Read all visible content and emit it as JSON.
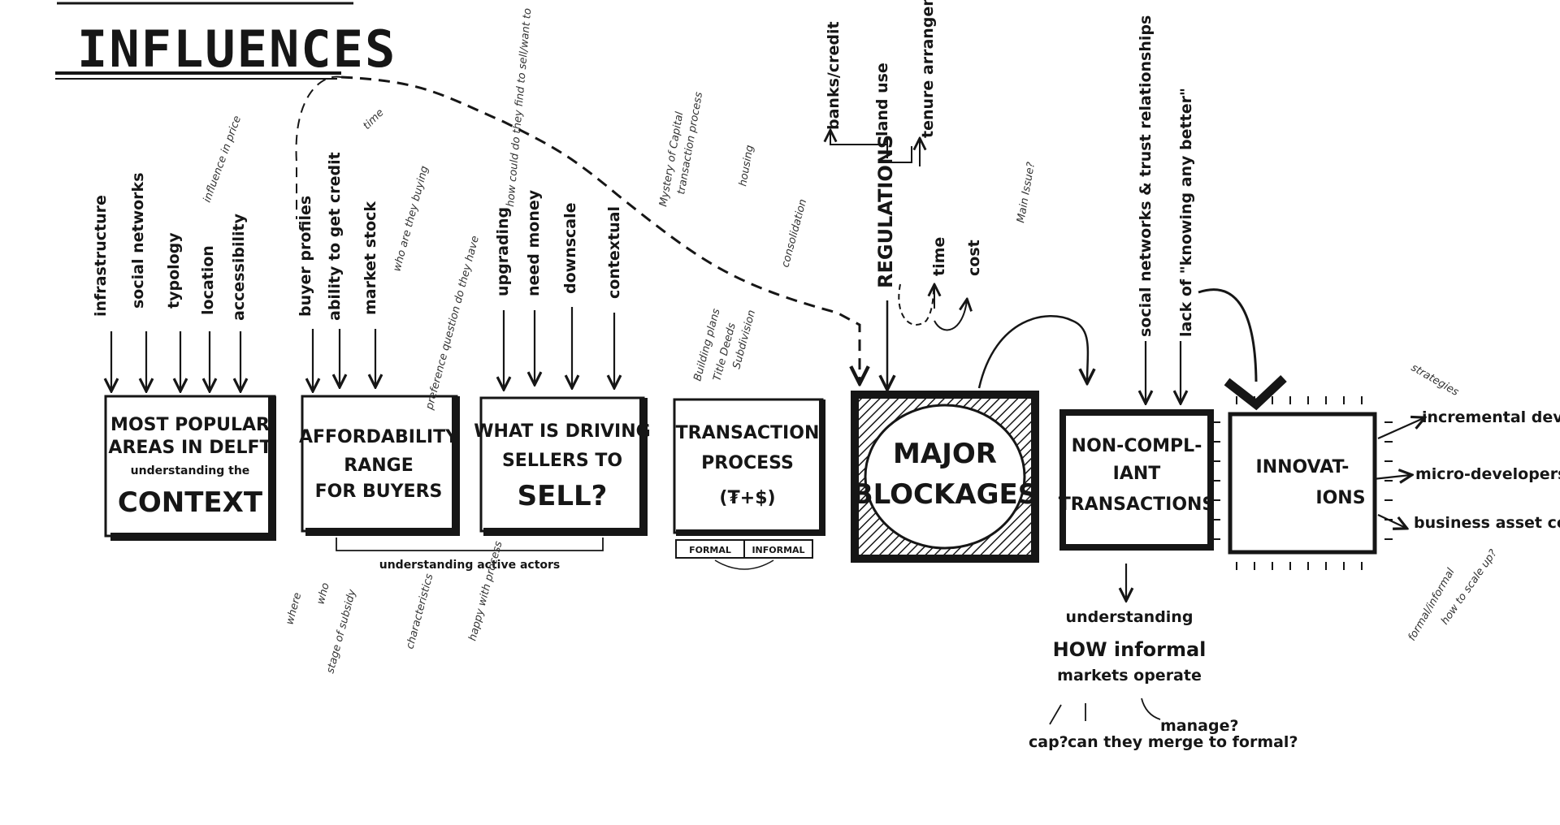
{
  "title": "INFLUENCES",
  "boxes": {
    "context": {
      "l1": "MOST POPULAR",
      "l2": "AREAS IN DELFT",
      "l3": "understanding the",
      "l4": "CONTEXT"
    },
    "affordability": {
      "l1": "AFFORDABILITY",
      "l2": "RANGE",
      "l3": "FOR BUYERS"
    },
    "sellers": {
      "l1": "WHAT IS DRIVING",
      "l2": "SELLERS TO",
      "l3": "SELL?"
    },
    "transaction": {
      "l1": "TRANSACTION",
      "l2": "PROCESS",
      "l3": "(₮+$)",
      "formal": "FORMAL",
      "informal": "INFORMAL"
    },
    "blockages": {
      "l1": "MAJOR",
      "l2": "BLOCKAGES"
    },
    "noncompliant": {
      "l1": "NON-COMPL-",
      "l2": "IANT",
      "l3": "TRANSACTIONS"
    },
    "innovations": {
      "l1": "INNOVAT-",
      "l2": "IONS"
    }
  },
  "context_inputs": [
    "infrastructure",
    "social networks",
    "typology",
    "location",
    "accessibility"
  ],
  "context_note": "influence in price",
  "affordability_inputs": [
    "buyer profiles",
    "ability to get credit",
    "market stock"
  ],
  "affordability_notes": [
    "time",
    "who are they buying",
    "preference question do they have"
  ],
  "sellers_inputs": [
    "upgrading",
    "need money",
    "downscale",
    "contextual"
  ],
  "sellers_note": "how could do they find to sell/want to",
  "transaction_notes": [
    "Mystery of Capital",
    "transaction process",
    "housing",
    "Building plans",
    "Title Deeds",
    "Subdivision",
    "consolidation"
  ],
  "regulations": {
    "label": "REGULATIONS",
    "branches": [
      "banks/credit",
      "land use",
      "tenure arrangements"
    ],
    "effects": [
      "time",
      "cost"
    ]
  },
  "blockage_note": "Main Issue?",
  "noncompliant_inputs": [
    "social networks & trust relationships",
    "lack of \"knowing any better\""
  ],
  "active_actors": "understanding active actors",
  "actor_notes": [
    "where",
    "who",
    "stage of subsidy",
    "characteristics",
    "happy with process"
  ],
  "informal_markets": {
    "l1": "understanding",
    "l2": "HOW informal",
    "l3": "markets operate"
  },
  "questions": [
    "cap?",
    "can they merge to formal?",
    "manage?"
  ],
  "innovation_outputs": [
    "incremental developers",
    "micro-developers",
    "business asset component"
  ],
  "innovation_notes": [
    "strategies",
    "formal/informal",
    "how to scale up?"
  ]
}
